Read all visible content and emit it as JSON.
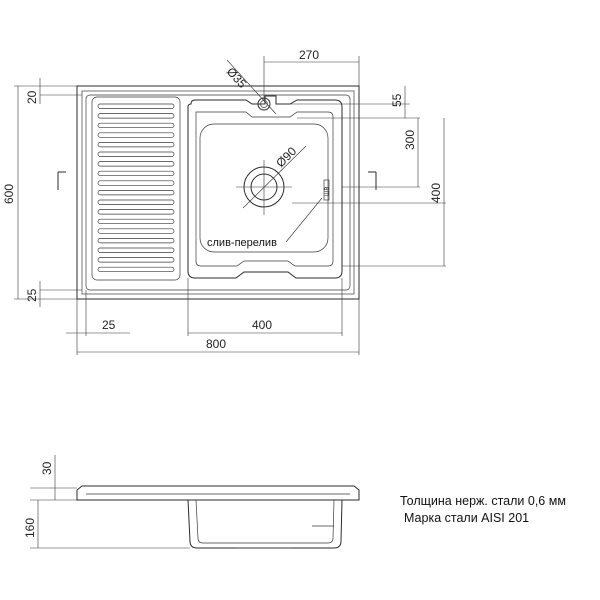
{
  "dimensions": {
    "top_width": "270",
    "hole_diameter": "Ø35",
    "top_offset": "55",
    "bowl_height": "300",
    "overall_depth": "400",
    "height_total": "600",
    "top_margin": "20",
    "bottom_margin": "25",
    "bowl_diameter": "Ø90",
    "left_offset": "25",
    "bowl_width": "400",
    "overall_width": "800",
    "rim_height": "30",
    "bowl_depth": "160"
  },
  "labels": {
    "drain_overflow": "слив-перелив",
    "marking": "ШВ"
  },
  "notes": {
    "thickness": "Толщина нерж. стали 0,6 мм",
    "steel_grade": "Марка стали AISI 201"
  }
}
